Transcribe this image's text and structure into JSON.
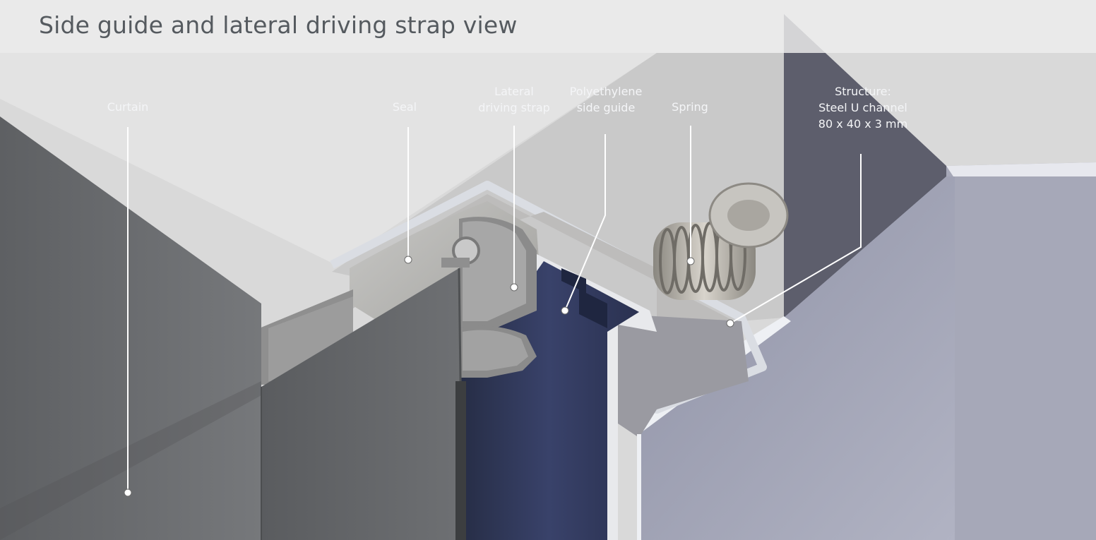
{
  "title": "Side guide and lateral driving strap view",
  "colors": {
    "background": "#dcdcdc",
    "curtain": "#6b6d70",
    "polyethylene_guide": "#2e3856",
    "steel_channel": "#a3a6b8",
    "label_text": "#f4f5f7",
    "title_text": "#555a5f"
  },
  "callouts": [
    {
      "id": "curtain",
      "text": "Curtain"
    },
    {
      "id": "seal",
      "text": "Seal"
    },
    {
      "id": "lateral-driving-strap",
      "text": "Lateral\ndriving strap"
    },
    {
      "id": "polyethylene-side-guide",
      "text": "Polyethylene\nside guide"
    },
    {
      "id": "spring",
      "text": "Spring"
    },
    {
      "id": "structure",
      "text": "Structure:\nSteel U channel\n80 x 40 x 3 mm"
    }
  ]
}
